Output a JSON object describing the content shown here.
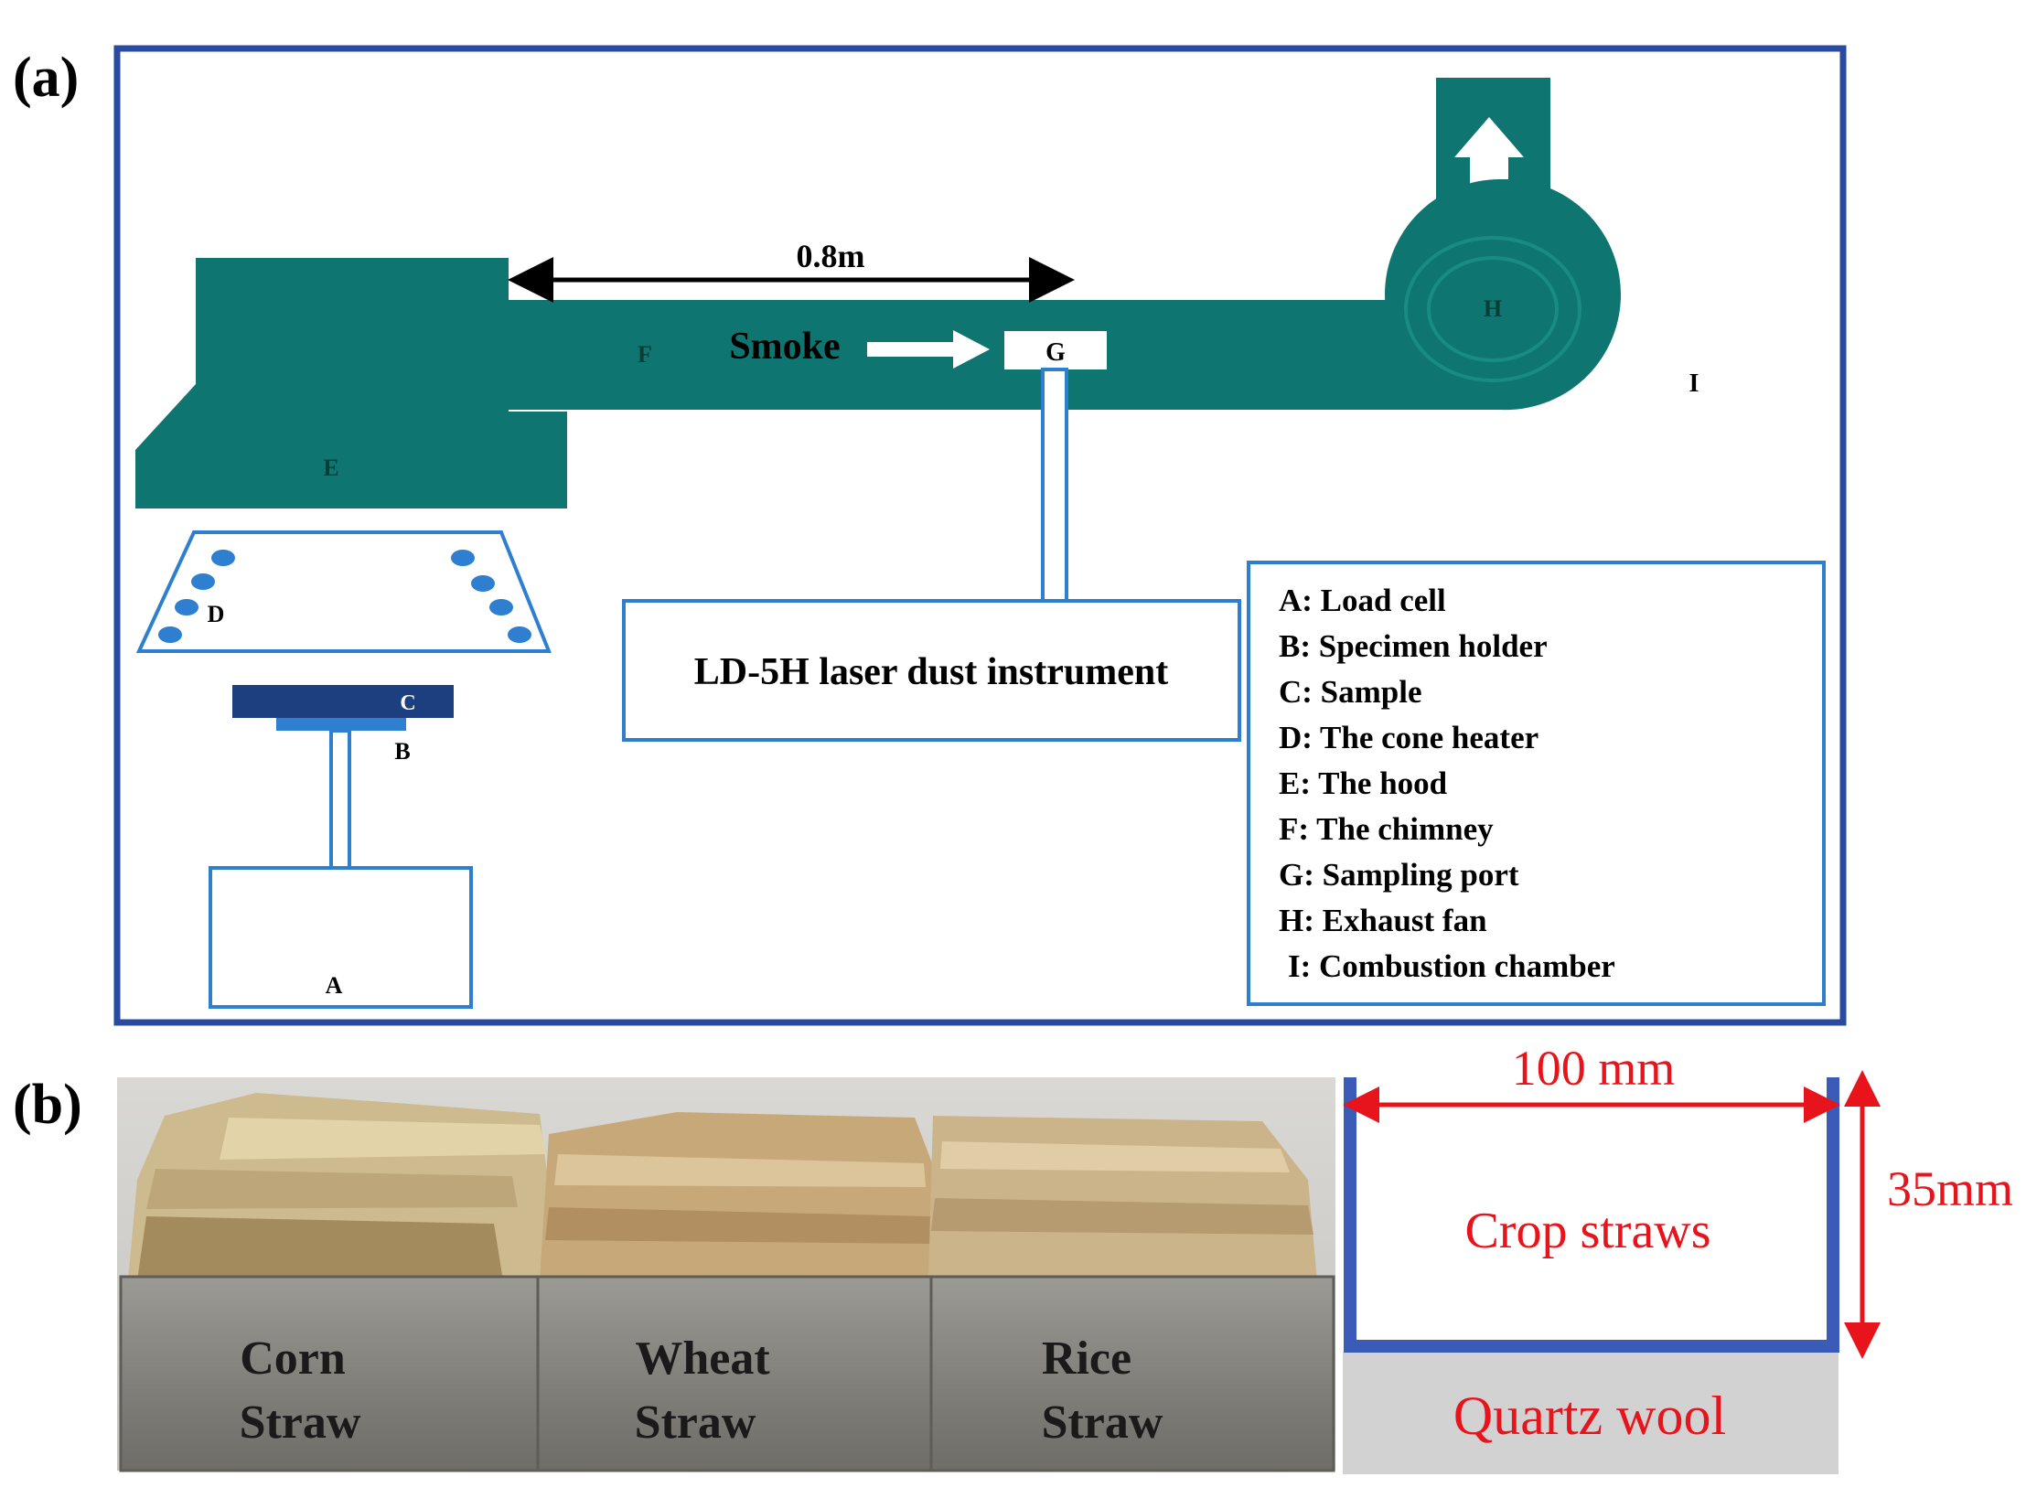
{
  "panel_a": {
    "label": "(a)",
    "distance_label": "0.8m",
    "smoke_label": "Smoke",
    "component_letters": {
      "A": "A",
      "B": "B",
      "C": "C",
      "D": "D",
      "E": "E",
      "F": "F",
      "G": "G",
      "H": "H",
      "I": "I"
    },
    "instrument_label": "LD-5H laser dust instrument",
    "legend": [
      "A: Load cell",
      "B: Specimen holder",
      "C: Sample",
      "D: The cone heater",
      "E: The hood",
      "F: The chimney",
      "G: Sampling port",
      "H: Exhaust fan",
      "I: Combustion chamber"
    ]
  },
  "panel_b": {
    "label": "(b)",
    "boxes": [
      {
        "line1": "Corn",
        "line2": "Straw"
      },
      {
        "line1": "Wheat",
        "line2": "Straw"
      },
      {
        "line1": "Rice",
        "line2": "Straw"
      }
    ],
    "width_label": "100 mm",
    "height_label": "35mm",
    "contents_label": "Crop straws",
    "base_label": "Quartz wool"
  },
  "colors": {
    "teal": "#0f7570",
    "frame_blue": "#2a4aa0",
    "light_blue": "#2f7fd0",
    "dark_blue": "#1c3f80",
    "red": "#e8141c",
    "metal": "#8d8c86",
    "straw": "#c9b68a"
  }
}
